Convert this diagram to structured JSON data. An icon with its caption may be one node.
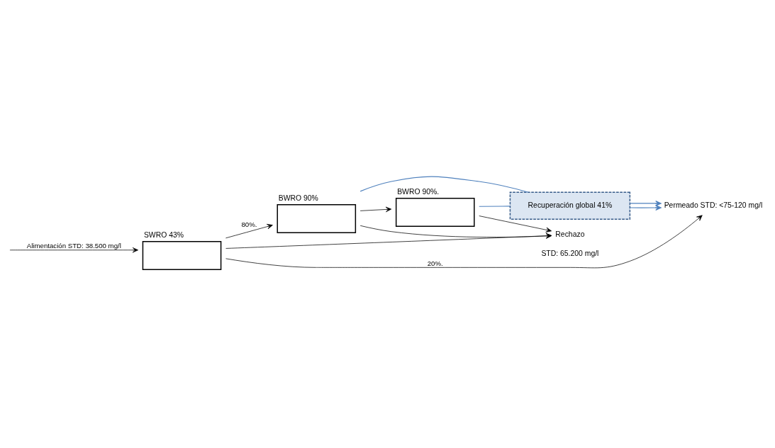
{
  "diagram": {
    "nodes": [
      {
        "text": [
          "SWRO 43%"
        ]
      },
      {
        "text": [
          "Recuperación global 41%"
        ]
      },
      {
        "text": [
          "BWRO 90%"
        ]
      },
      {
        "text": [
          "BWRO 90%."
        ]
      },
      {
        "text": [
          "Permeado STD: <75-120 mg/l"
        ]
      },
      {
        "text": [
          "Rechazo"
        ],
        "beside": [
          "STD: 65.200 mg/l"
        ]
      }
    ],
    "edges": [
      {
        "from": null,
        "to": 0,
        "arrow": "to",
        "label": "Alimentación STD: 38.500 mg/l"
      },
      {
        "from": 0,
        "to": 4,
        "arrow": "to",
        "label": "20%."
      },
      {
        "from": 0,
        "to": 2,
        "arrow": "to",
        "label": "80%."
      },
      {
        "from": 2,
        "to": 3,
        "arrow": "to"
      },
      {
        "from": 2,
        "to": 1,
        "arrow": "none",
        "color": "#4f81bd"
      },
      {
        "from": 3,
        "to": 1,
        "arrow": "none",
        "color": "#4f81bd"
      },
      {
        "from": 1,
        "to": 4,
        "arrow": "to",
        "color": "#4f81bd"
      },
      {
        "from": 1,
        "to": 4,
        "arrow": "to",
        "color": "#4f81bd"
      },
      {
        "from": 0,
        "to": 5,
        "arrow": "to"
      },
      {
        "from": 2,
        "to": 5,
        "arrow": "to"
      },
      {
        "from": 3,
        "to": 5,
        "arrow": "to"
      }
    ]
  }
}
